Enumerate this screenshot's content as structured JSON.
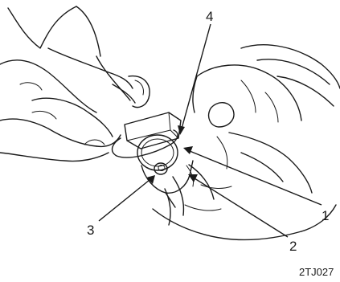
{
  "callouts": [
    {
      "id": "1",
      "label": "1"
    },
    {
      "id": "2",
      "label": "2"
    },
    {
      "id": "3",
      "label": "3"
    },
    {
      "id": "4",
      "label": "4"
    }
  ],
  "figure_code": "2TJ027"
}
